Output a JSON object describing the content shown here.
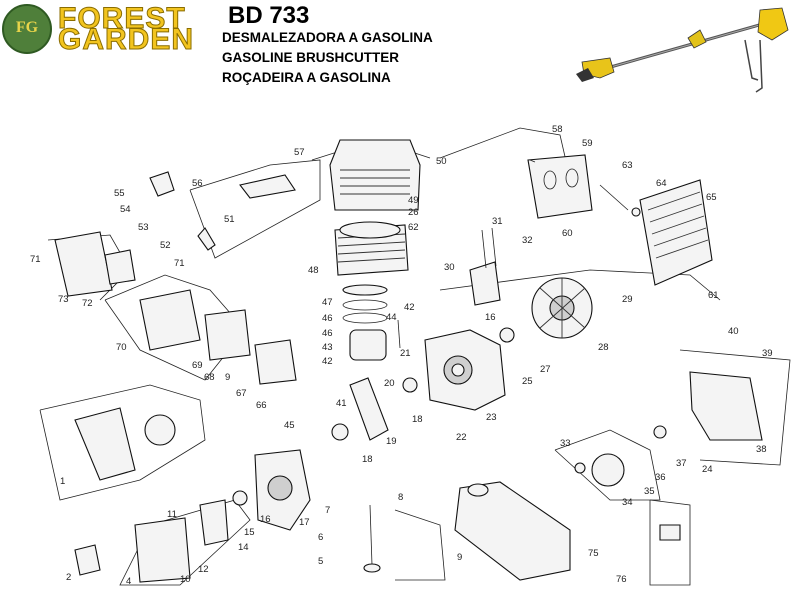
{
  "header": {
    "logo_mark": "FG",
    "brand_line1": "FOREST",
    "brand_line2": "GARDEN",
    "model": "BD 733",
    "subtitles": [
      "DESMALEZADORA A GASOLINA",
      "GASOLINE BRUSHCUTTER",
      "ROÇADEIRA A GASOLINA"
    ]
  },
  "diagram": {
    "part_labels": [
      "1",
      "2",
      "4",
      "5",
      "6",
      "7",
      "8",
      "9",
      "9",
      "10",
      "11",
      "12",
      "14",
      "15",
      "16",
      "16",
      "17",
      "18",
      "18",
      "19",
      "20",
      "21",
      "22",
      "23",
      "24",
      "25",
      "26",
      "27",
      "28",
      "29",
      "30",
      "31",
      "32",
      "33",
      "34",
      "35",
      "36",
      "37",
      "38",
      "39",
      "40",
      "41",
      "42",
      "42",
      "43",
      "44",
      "45",
      "46",
      "46",
      "47",
      "48",
      "49",
      "50",
      "51",
      "52",
      "53",
      "54",
      "55",
      "56",
      "57",
      "58",
      "59",
      "60",
      "61",
      "62",
      "63",
      "64",
      "65",
      "66",
      "67",
      "68",
      "69",
      "70",
      "71",
      "71",
      "72",
      "73",
      "75",
      "76"
    ]
  },
  "colors": {
    "logo_green": "#4f7f3a",
    "brand_yellow": "#f2c41f",
    "text": "#000000"
  }
}
